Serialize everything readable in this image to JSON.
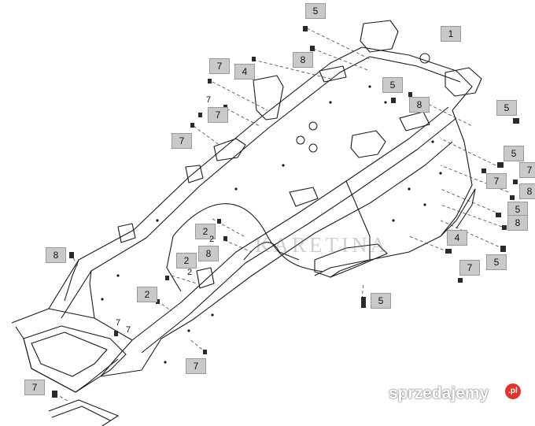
{
  "callouts": {
    "c1": "1",
    "c2": "5",
    "c3": "8",
    "c4": "7",
    "c5": "4",
    "c6": "7",
    "c7": "7",
    "c8": "7",
    "c9": "5",
    "c10": "8",
    "c11": "5",
    "c12": "5",
    "c13": "7",
    "c14": "7",
    "c15": "8",
    "c16": "5",
    "c17": "8",
    "c18": "2",
    "c19": "2",
    "c20": "8",
    "c21": "2",
    "c22": "8",
    "c23": "4",
    "c24": "7",
    "c25": "5",
    "c26": "2",
    "c27": "5",
    "c28": "7",
    "c29": "7",
    "c30": "7",
    "c31": "7",
    "c32": "2"
  },
  "watermark": "KARETINA",
  "brand": {
    "text": "sprzedajemy",
    "badge": ".pl",
    "accent": "#e0332f"
  }
}
